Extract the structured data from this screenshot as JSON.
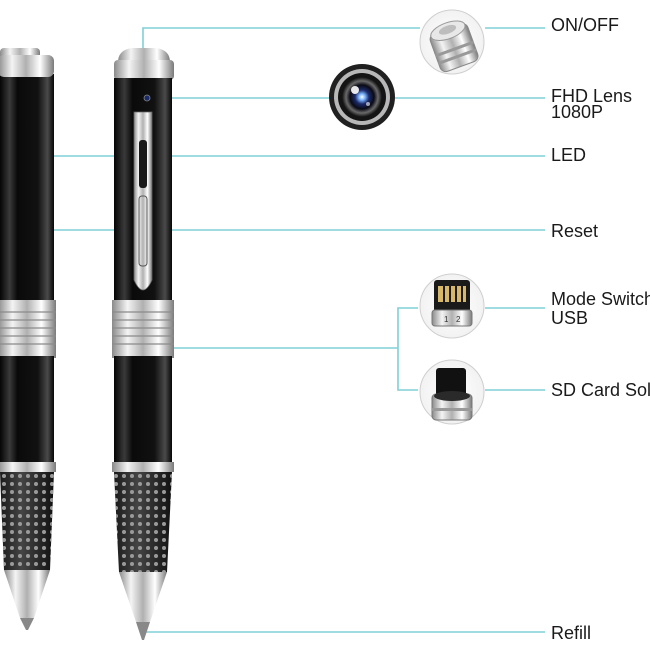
{
  "colors": {
    "leader_line": "#7fd0d8",
    "pen_body": "#151515",
    "chrome": "#d8d8d8",
    "grip": "#2a2a2a",
    "text": "#1a1a1a"
  },
  "labels": {
    "on_off": "ON/OFF",
    "fhd_lens_line1": "FHD Lens",
    "fhd_lens_line2": "1080P",
    "led": "LED",
    "reset": "Reset",
    "mode_switch_line1": "Mode Switch",
    "mode_switch_line2": "USB",
    "sd_card": "SD Card Solt",
    "refill": "Refill"
  },
  "insets": {
    "on_off": "on-off-button-closeup",
    "lens": "camera-lens-closeup",
    "usb": "usb-connector-closeup",
    "sd_card": "sd-card-slot-closeup"
  },
  "usb_switch_marks": [
    "1",
    "2"
  ]
}
